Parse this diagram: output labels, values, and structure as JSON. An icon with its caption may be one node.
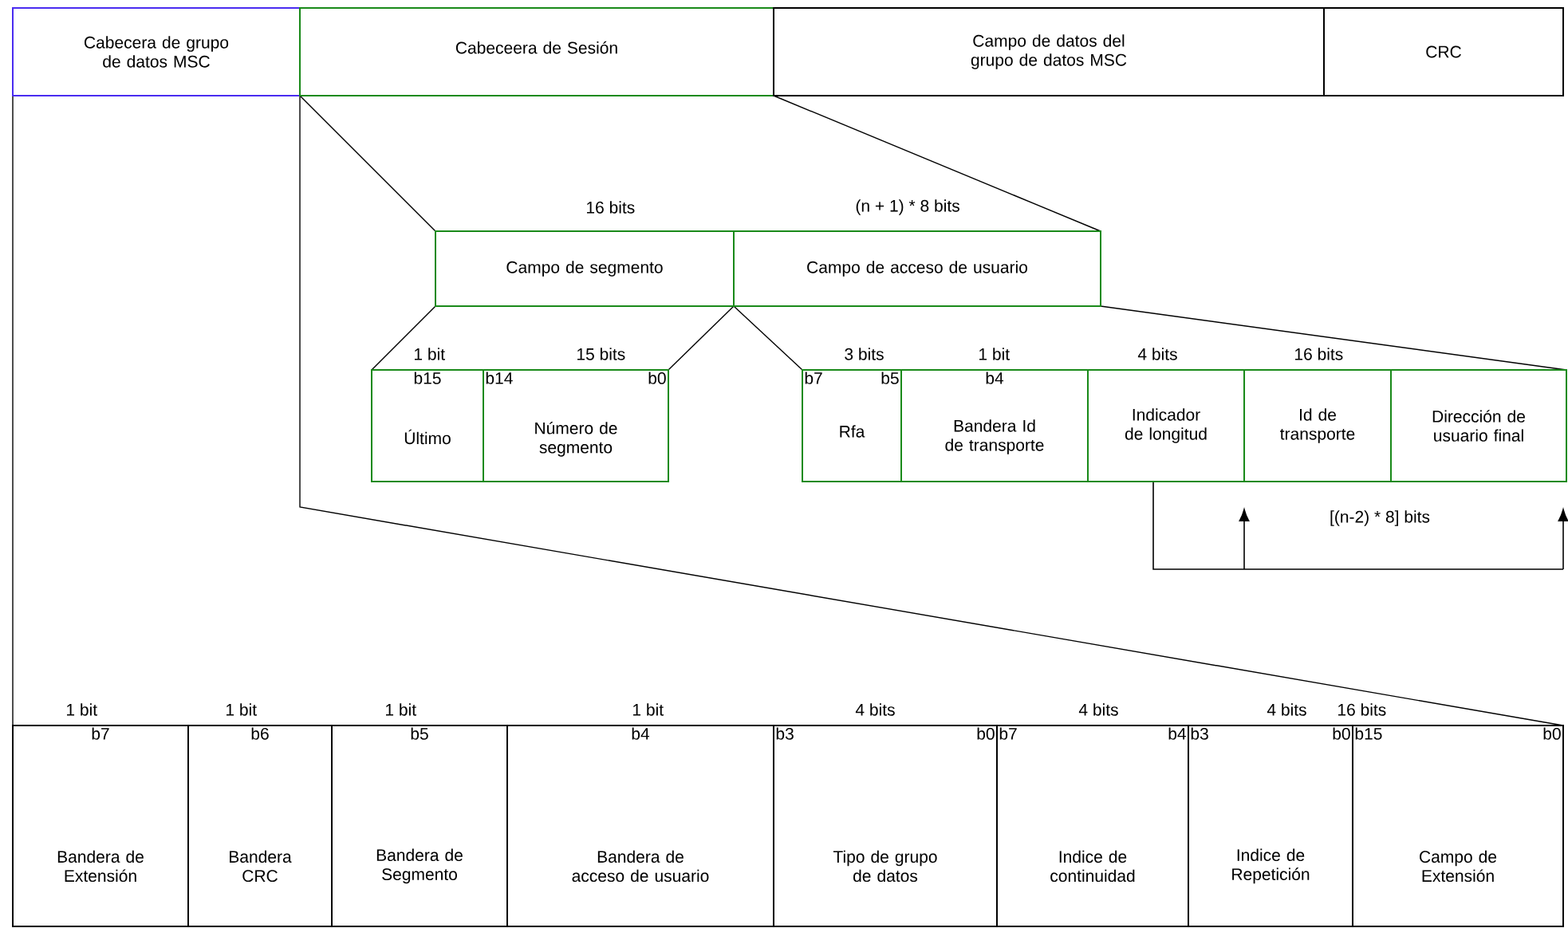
{
  "diagram": {
    "nodes": [
      {
        "text": [
          "Cabecera de grupo de datos MSC"
        ]
      },
      {
        "text": [
          "Cabeceera de Sesión"
        ]
      },
      {
        "text": [
          "Campo de datos del grupo de datos MSC"
        ]
      },
      {
        "text": [
          "CRC"
        ]
      },
      {
        "text": [
          "Campo de segmento"
        ],
        "beside": [
          "16 bits"
        ]
      },
      {
        "text": [
          "Campo de acceso de usuario"
        ],
        "beside": [
          "(n + 1) * 8 bits"
        ]
      },
      {
        "text": [
          "b15",
          "Último"
        ],
        "beside": [
          "1 bit"
        ]
      },
      {
        "text": [
          "b14",
          "b0",
          "Número de segmento"
        ],
        "beside": [
          "15 bits"
        ]
      },
      {
        "text": [
          "b7",
          "b5",
          "Rfa"
        ],
        "beside": [
          "3 bits"
        ]
      },
      {
        "text": [
          "b4",
          "Bandera Id de transporte"
        ],
        "beside": [
          "1 bit"
        ]
      },
      {
        "text": [
          "Indicador de longitud"
        ],
        "beside": [
          "4 bits"
        ]
      },
      {
        "text": [
          "Id de transporte"
        ],
        "beside": [
          "16 bits"
        ]
      },
      {
        "text": [
          "Dirección de usuario final"
        ]
      },
      {
        "text": [
          "b7",
          "Bandera de Extensión"
        ],
        "beside": [
          "1 bit"
        ]
      },
      {
        "text": [
          "b6",
          "Bandera CRC"
        ],
        "beside": [
          "1 bit"
        ]
      },
      {
        "text": [
          "b5",
          "Bandera de Segmento"
        ],
        "beside": [
          "1 bit"
        ]
      },
      {
        "text": [
          "b4",
          "Bandera de acceso de usuario"
        ],
        "beside": [
          "1 bit"
        ]
      },
      {
        "text": [
          "b3",
          "b0",
          "Tipo de grupo de datos"
        ],
        "beside": [
          "4 bits"
        ]
      },
      {
        "text": [
          "b7",
          "b4",
          "Indice de continuidad"
        ],
        "beside": [
          "4 bits"
        ]
      },
      {
        "text": [
          "b3",
          "b0",
          "Indice de Repetición"
        ],
        "beside": [
          "4 bits"
        ]
      },
      {
        "text": [
          "b15",
          "b0",
          "Campo de Extensión"
        ],
        "beside": [
          "16 bits"
        ]
      }
    ],
    "labels": [
      "[(n-2) * 8] bits"
    ]
  }
}
